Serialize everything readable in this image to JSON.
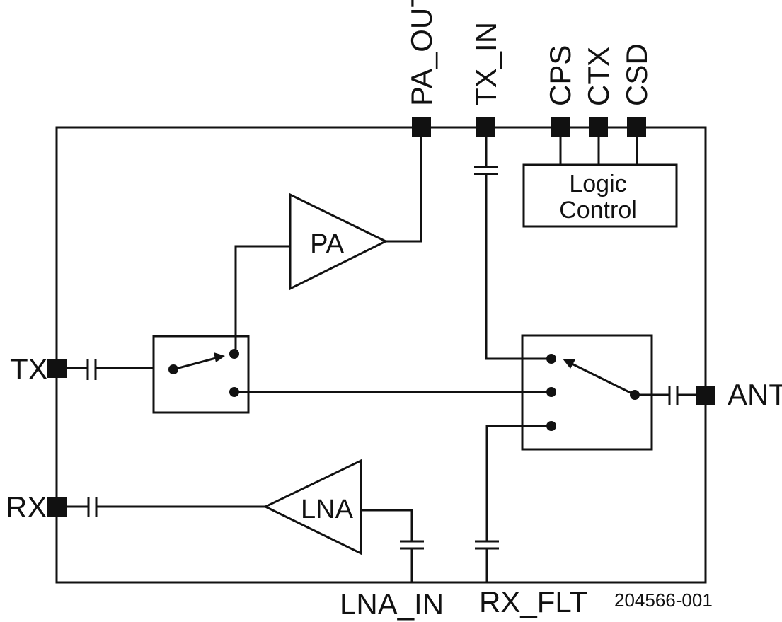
{
  "pins": {
    "pa_out": "PA_OUT",
    "tx_in": "TX_IN",
    "cps": "CPS",
    "ctx": "CTX",
    "csd": "CSD",
    "tx": "TX",
    "rx": "RX",
    "ant": "ANT",
    "lna_in": "LNA_IN",
    "rx_flt": "RX_FLT"
  },
  "blocks": {
    "pa": "PA",
    "lna": "LNA",
    "logic_line1": "Logic",
    "logic_line2": "Control"
  },
  "figure_id": "204566-001"
}
